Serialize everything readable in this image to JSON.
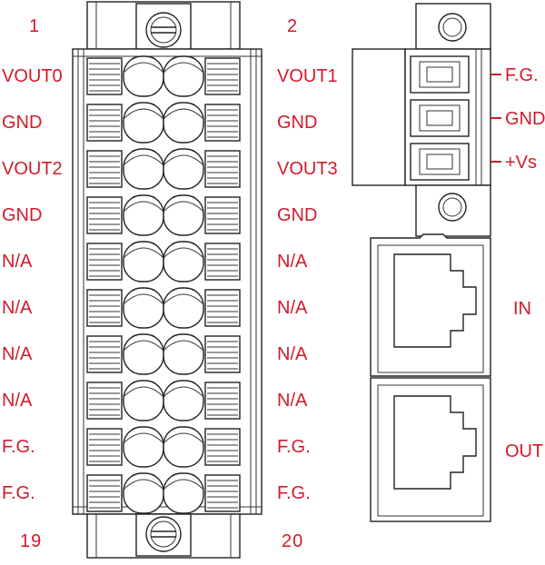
{
  "left_connector": {
    "pin_top_left": "1",
    "pin_top_right": "2",
    "pin_bottom_left": "19",
    "pin_bottom_right": "20",
    "left_labels": [
      "VOUT0",
      "GND",
      "VOUT2",
      "GND",
      "N/A",
      "N/A",
      "N/A",
      "N/A",
      "F.G.",
      "F.G."
    ],
    "right_labels": [
      "VOUT1",
      "GND",
      "VOUT3",
      "GND",
      "N/A",
      "N/A",
      "N/A",
      "N/A",
      "F.G.",
      "F.G."
    ]
  },
  "right_connector": {
    "terminal_labels": [
      "F.G.",
      "GND",
      "+Vs"
    ],
    "port_labels": [
      "IN",
      "OUT"
    ]
  },
  "colors": {
    "label_red": "#d11a2a",
    "line": "#222222"
  }
}
